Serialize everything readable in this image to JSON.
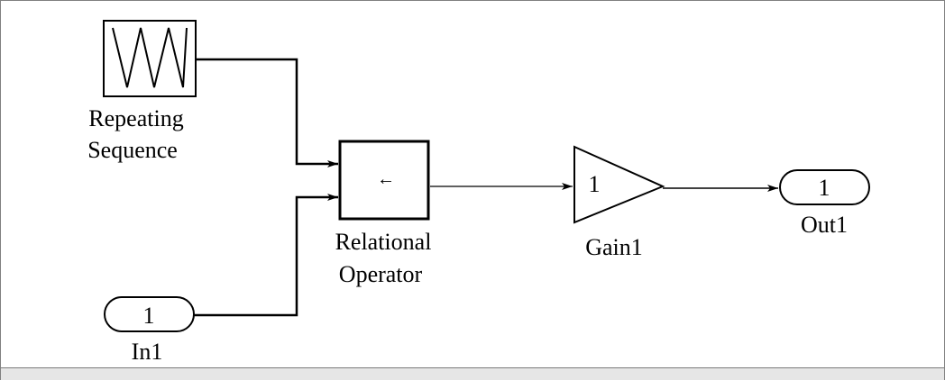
{
  "blocks": {
    "repeating_sequence": {
      "label_line1": "Repeating",
      "label_line2": "Sequence"
    },
    "in1": {
      "port_number": "1",
      "label": "In1"
    },
    "relational_operator": {
      "symbol": "←",
      "label_line1": "Relational",
      "label_line2": "Operator"
    },
    "gain1": {
      "value": "1",
      "label": "Gain1"
    },
    "out1": {
      "port_number": "1",
      "label": "Out1"
    }
  },
  "connections": [
    {
      "from": "Repeating Sequence",
      "to": "Relational Operator",
      "port": 1
    },
    {
      "from": "In1",
      "to": "Relational Operator",
      "port": 2
    },
    {
      "from": "Relational Operator",
      "to": "Gain1",
      "port": 1
    },
    {
      "from": "Gain1",
      "to": "Out1",
      "port": 1
    }
  ]
}
